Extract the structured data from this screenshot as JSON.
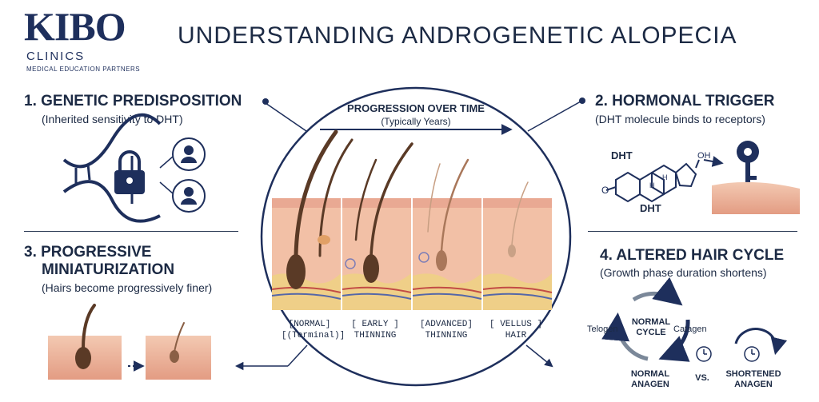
{
  "brand": {
    "name": "KIBO",
    "sub": "CLINICS",
    "tagline": "MEDICAL EDUCATION PARTNERS"
  },
  "title": "UNDERSTANDING ANDROGENETIC ALOPECIA",
  "center": {
    "heading": "PROGRESSION OVER TIME",
    "subheading": "(Typically Years)",
    "stages": [
      {
        "line1": "NORMAL",
        "line2": "(Terminal)"
      },
      {
        "line1": "EARLY",
        "line2": "THINNING"
      },
      {
        "line1": "ADVANCED",
        "line2": "THINNING"
      },
      {
        "line1": "VELLUS",
        "line2": "HAIR"
      }
    ]
  },
  "sections": {
    "genetic": {
      "title": "1. GENETIC PREDISPOSITION",
      "subtitle": "(Inherited sensitivity to DHT)"
    },
    "hormonal": {
      "title": "2. HORMONAL TRIGGER",
      "subtitle": "(DHT molecule binds to receptors)",
      "label_top": "DHT",
      "label_bottom": "DHT",
      "oh": "OH",
      "o": "O",
      "h": "H"
    },
    "miniaturization": {
      "title_line1": "3. PROGRESSIVE",
      "title_line2": "MINIATURIZATION",
      "subtitle": "(Hairs become progressively finer)"
    },
    "cycle": {
      "title": "4. ALTERED HAIR CYCLE",
      "subtitle": "(Growth phase duration shortens)",
      "center_line1": "NORMAL",
      "center_line2": "CYCLE",
      "left": "Telogen",
      "right": "Catagen",
      "normal_line1": "NORMAL",
      "normal_line2": "ANAGEN",
      "vs": "VS.",
      "short_line1": "SHORTENED",
      "short_line2": "ANAGEN"
    }
  },
  "colors": {
    "navy": "#1e2f5c",
    "skin": "#f0c3a8",
    "dermis": "#e7a88c",
    "fat": "#f1d48a",
    "hair": "#5a3a26"
  }
}
